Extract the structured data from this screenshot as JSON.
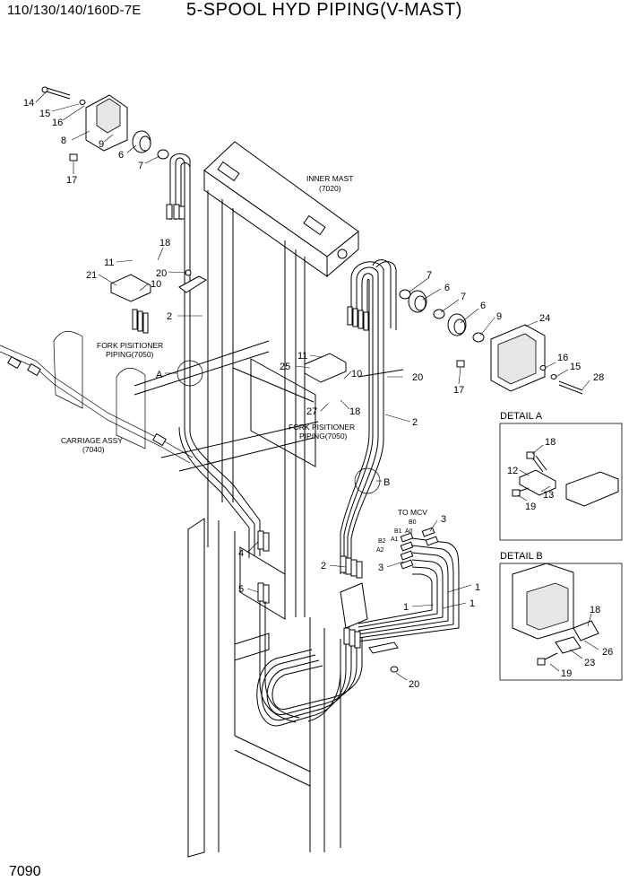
{
  "header": {
    "model": "110/130/140/160D-7E",
    "title": "5-SPOOL HYD PIPING(V-MAST)"
  },
  "footer": {
    "page_number": "7090"
  },
  "labels": {
    "inner_mast_1": "INNER MAST",
    "inner_mast_2": "(7020)",
    "fork_positioner_l1": "FORK PISITIONER",
    "fork_positioner_l2": "PIPING(7050)",
    "fork_positioner_r1": "FORK PISITIONER",
    "fork_positioner_r2": "PIPING(7050)",
    "carriage_1": "CARRIAGE ASSY",
    "carriage_2": "(7040)",
    "to_mcv": "TO MCV",
    "detail_a": "DETAIL A",
    "detail_b": "DETAIL B",
    "ref_a": "A",
    "ref_b": "B",
    "port_b0": "B0",
    "port_a0": "A0",
    "port_b1": "B1",
    "port_a1": "A1",
    "port_b2": "B2",
    "port_a2": "A2"
  },
  "callouts": {
    "c14": "14",
    "c15": "15",
    "c16": "16",
    "c8": "8",
    "c9": "9",
    "c6": "6",
    "c7": "7",
    "c17": "17",
    "c11": "11",
    "c18": "18",
    "c21": "21",
    "c20": "20",
    "c10": "10",
    "c2": "2",
    "c7r": "7",
    "c6r": "6",
    "c7r2": "7",
    "c6r2": "6",
    "c9r": "9",
    "c24": "24",
    "c16r": "16",
    "c15r": "15",
    "c28": "28",
    "c17r": "17",
    "c25": "25",
    "c11r": "11",
    "c10r": "10",
    "c20r": "20",
    "c27": "27",
    "c18r": "18",
    "c2r": "2",
    "c3": "3",
    "c3b": "3",
    "c4": "4",
    "c5": "5",
    "c2b": "2",
    "c1a": "1",
    "c1b": "1",
    "c1c": "1",
    "c20b": "20",
    "da18": "18",
    "da12": "12",
    "da13": "13",
    "da19": "19",
    "db18": "18",
    "db26": "26",
    "db23": "23",
    "db19": "19"
  }
}
